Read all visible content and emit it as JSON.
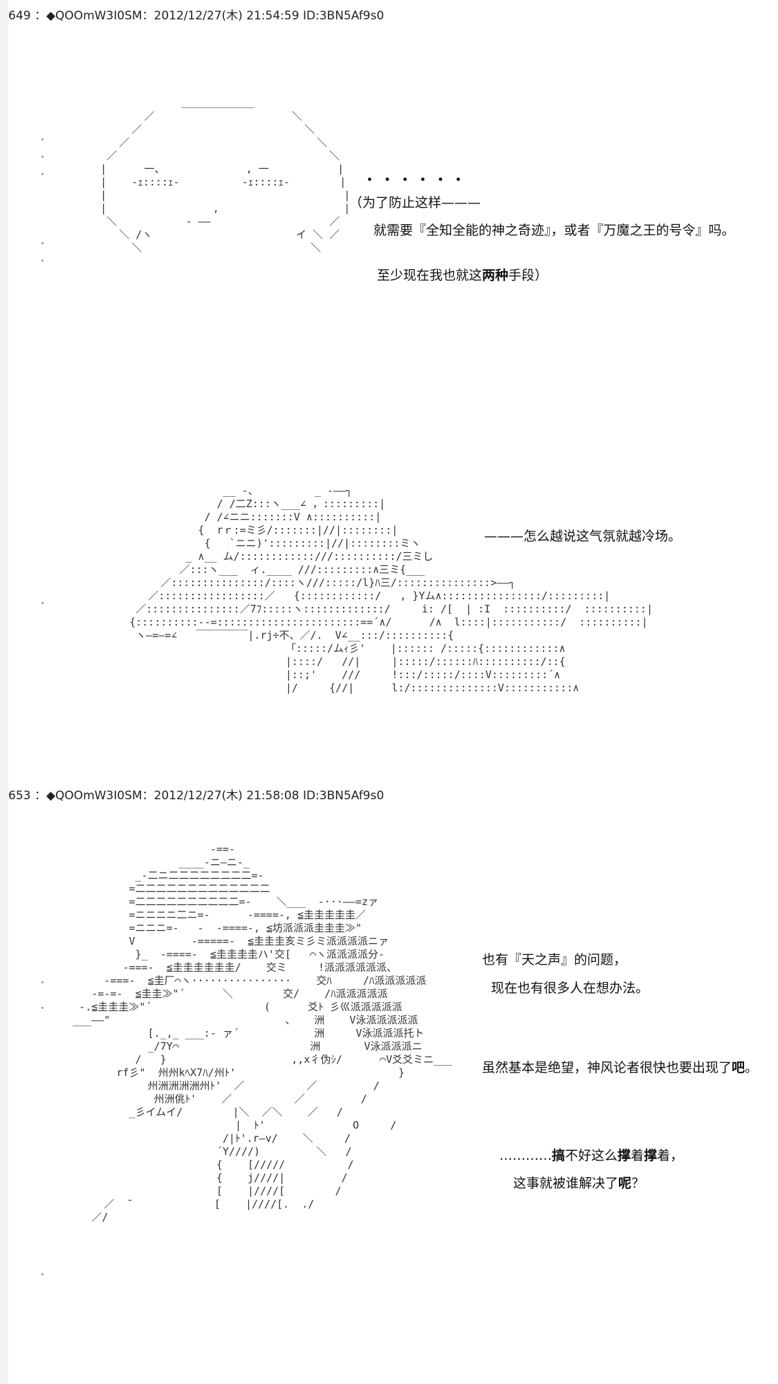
{
  "posts": [
    {
      "header": "649 ：◆QOOmW3I0SM：2012/12/27(木) 21:54:59 ID:3BN5Af9s0"
    },
    {
      "header": "653 ：◆QOOmW3I0SM：2012/12/27(木) 21:58:08 ID:3BN5Af9s0"
    }
  ],
  "art": {
    "face": "                  ＿＿＿＿＿＿＿\n            ／                      ＼\n          ／                          ＼\n        ／                              ＼\n      ／                                  ＼\n     |      一、             , 一           |\n     |    -ｪ::::ｪ-          -ｪ::::ｪ-        |\n     |                                      |\n     |                 ,                    |\n      ＼           - ——                   ／\n        ＼ /ヽ                       イ ＼ ／\n          ＼                           ＼",
    "figure": "                  __ -、         _ -——┐\n                 / /二Z:::ヽ___∠ ，:::::::::|\n               / /∠ニニ:::::::V ∧::::::::::|\n              {  rｒ:=ミ彡/:::::::|//|::::::::|\n               {   `ニニ)':::::::::|//|::::::::ミヽ\n            _ ∧__ ム/::::::::::::///::::::::::/三ミし\n           ／:::ヽ___  ィ.____ ///:::::::::∧三ミ{___\n        ／:::::::::::::::/::::ヽ///:::::/l}ﾊ三/:::::::::::::::>——┐\n      ／:::::::::::::::::／   {::::::::::::/   , }Yム∧::::::::::::::::/:::::::::|\n    ／:::::::::::::::／7ﾌ:::::ヽ:::::::::::::/     i: /[  | :I  ::::::::::/  ::::::::::|\n   {::::::::::--=:::::::::::::::::::::::==´∧/      /∧  l::::|:::::::::::/  ::::::::::|\n    ヽ—=—=∠   ￣￣￣￣￣|.rj÷不、／/.  V∠__:::/::::::::::{\n                            「:::::/ムｨ彡'    |:::::: /:::::{::::::::::::∧\n                            |::::/   //|     |:::::/::::::ﾊ::::::::::/::{\n                            |::;'    ///     !:::/:::::/::::V:::::::::´∧\n                            |/     {//|      l:/::::::::::::::V:::::::::::∧",
    "figure2": "                           -==-\n                      ____-ニ—ニ-_\n               _-二ニ二二二二二二二二=-\n              =二二二二二二二二二二二二二\n              =二二二二二二二二二二=-    ＼___  -···——=zァ\n              =ニニニニ二ニ=-      -====-, ≦圭圭圭圭圭／\n              =ニニニ=-   -  -====-, ≦坊派派派圭圭圭≫\"\n              V         -=====-  ≦圭圭圭亥ミ彡ミ派派派派ニァ\n               }_  -====-  ≦圭圭圭圭ハ'交[   ⌒ヽ派派派派分-\n             -===-  ≦圭圭圭圭圭圭/    交ミ     !派派派派派派、\n          -===-  ≦圭厂⌒ヽ················    交ﾊ     /ﾊ派派派派派\n        -=-=-  ≦圭圭≫\"´      ＼        交/    /ﾊ派派派派派\n      -.≦圭圭圭≫\"´                  (      爻ﾄ 彡巛派派派派派\n     ___——\"                            、   洲    V泳派派派派派\n                 [._,_ ___:- ァ´            洲     V泳派派派托ト\n                 _/7Y⌒                     洲       V泳派派派ニ\n               /   }                    ,,x彳伪ｼ/      ⌒V爻爻ミニ___\n            rf彡\"  州州kﾍX7ﾊ/州ﾄ'                          }\n                 州洲洲洲洲州ﾄ'  ／          ／         /\n                  州洲佻ﾄ'    ／          ／         /\n              _彡イムイ/        |＼  ／＼    ／   /\n                               |  ﾄ'              O     /\n                             /|ﾄ'.r—v/    ＼     /\n                            ´Y////)         ＼   /\n                            {    [/////          /\n                            {    j////|         /\n                            [    |////[        /\n          ／  ̄              [    |////[.  ./\n        ／/"
  },
  "speech": {
    "p649": {
      "l1": "・ ・ ・ ・ ・ ・",
      "l2": "（为了防止这样———",
      "l3": "就需要『全知全能的神之奇迹』，或者『万魔之王的号令』吗。",
      "l4a": "至少现在我也就这",
      "l4b": "两种",
      "l4c": "手段）",
      "l5": "———怎么越说这气氛就越冷场。"
    },
    "p653": {
      "l1": "也有『天之声』的问题，",
      "l2": "现在也有很多人在想办法。",
      "l3a": "虽然基本是绝望，神风论者很快也要出现了",
      "l3b": "吧",
      "l3c": "。",
      "l4a": "…………",
      "l4b": "搞",
      "l4c": "不好这么",
      "l4d": "撑",
      "l4e": "着",
      "l4f": "撑",
      "l4g": "着，",
      "l5a": "这事就被谁解决了",
      "l5b": "呢",
      "l5c": "？"
    }
  }
}
